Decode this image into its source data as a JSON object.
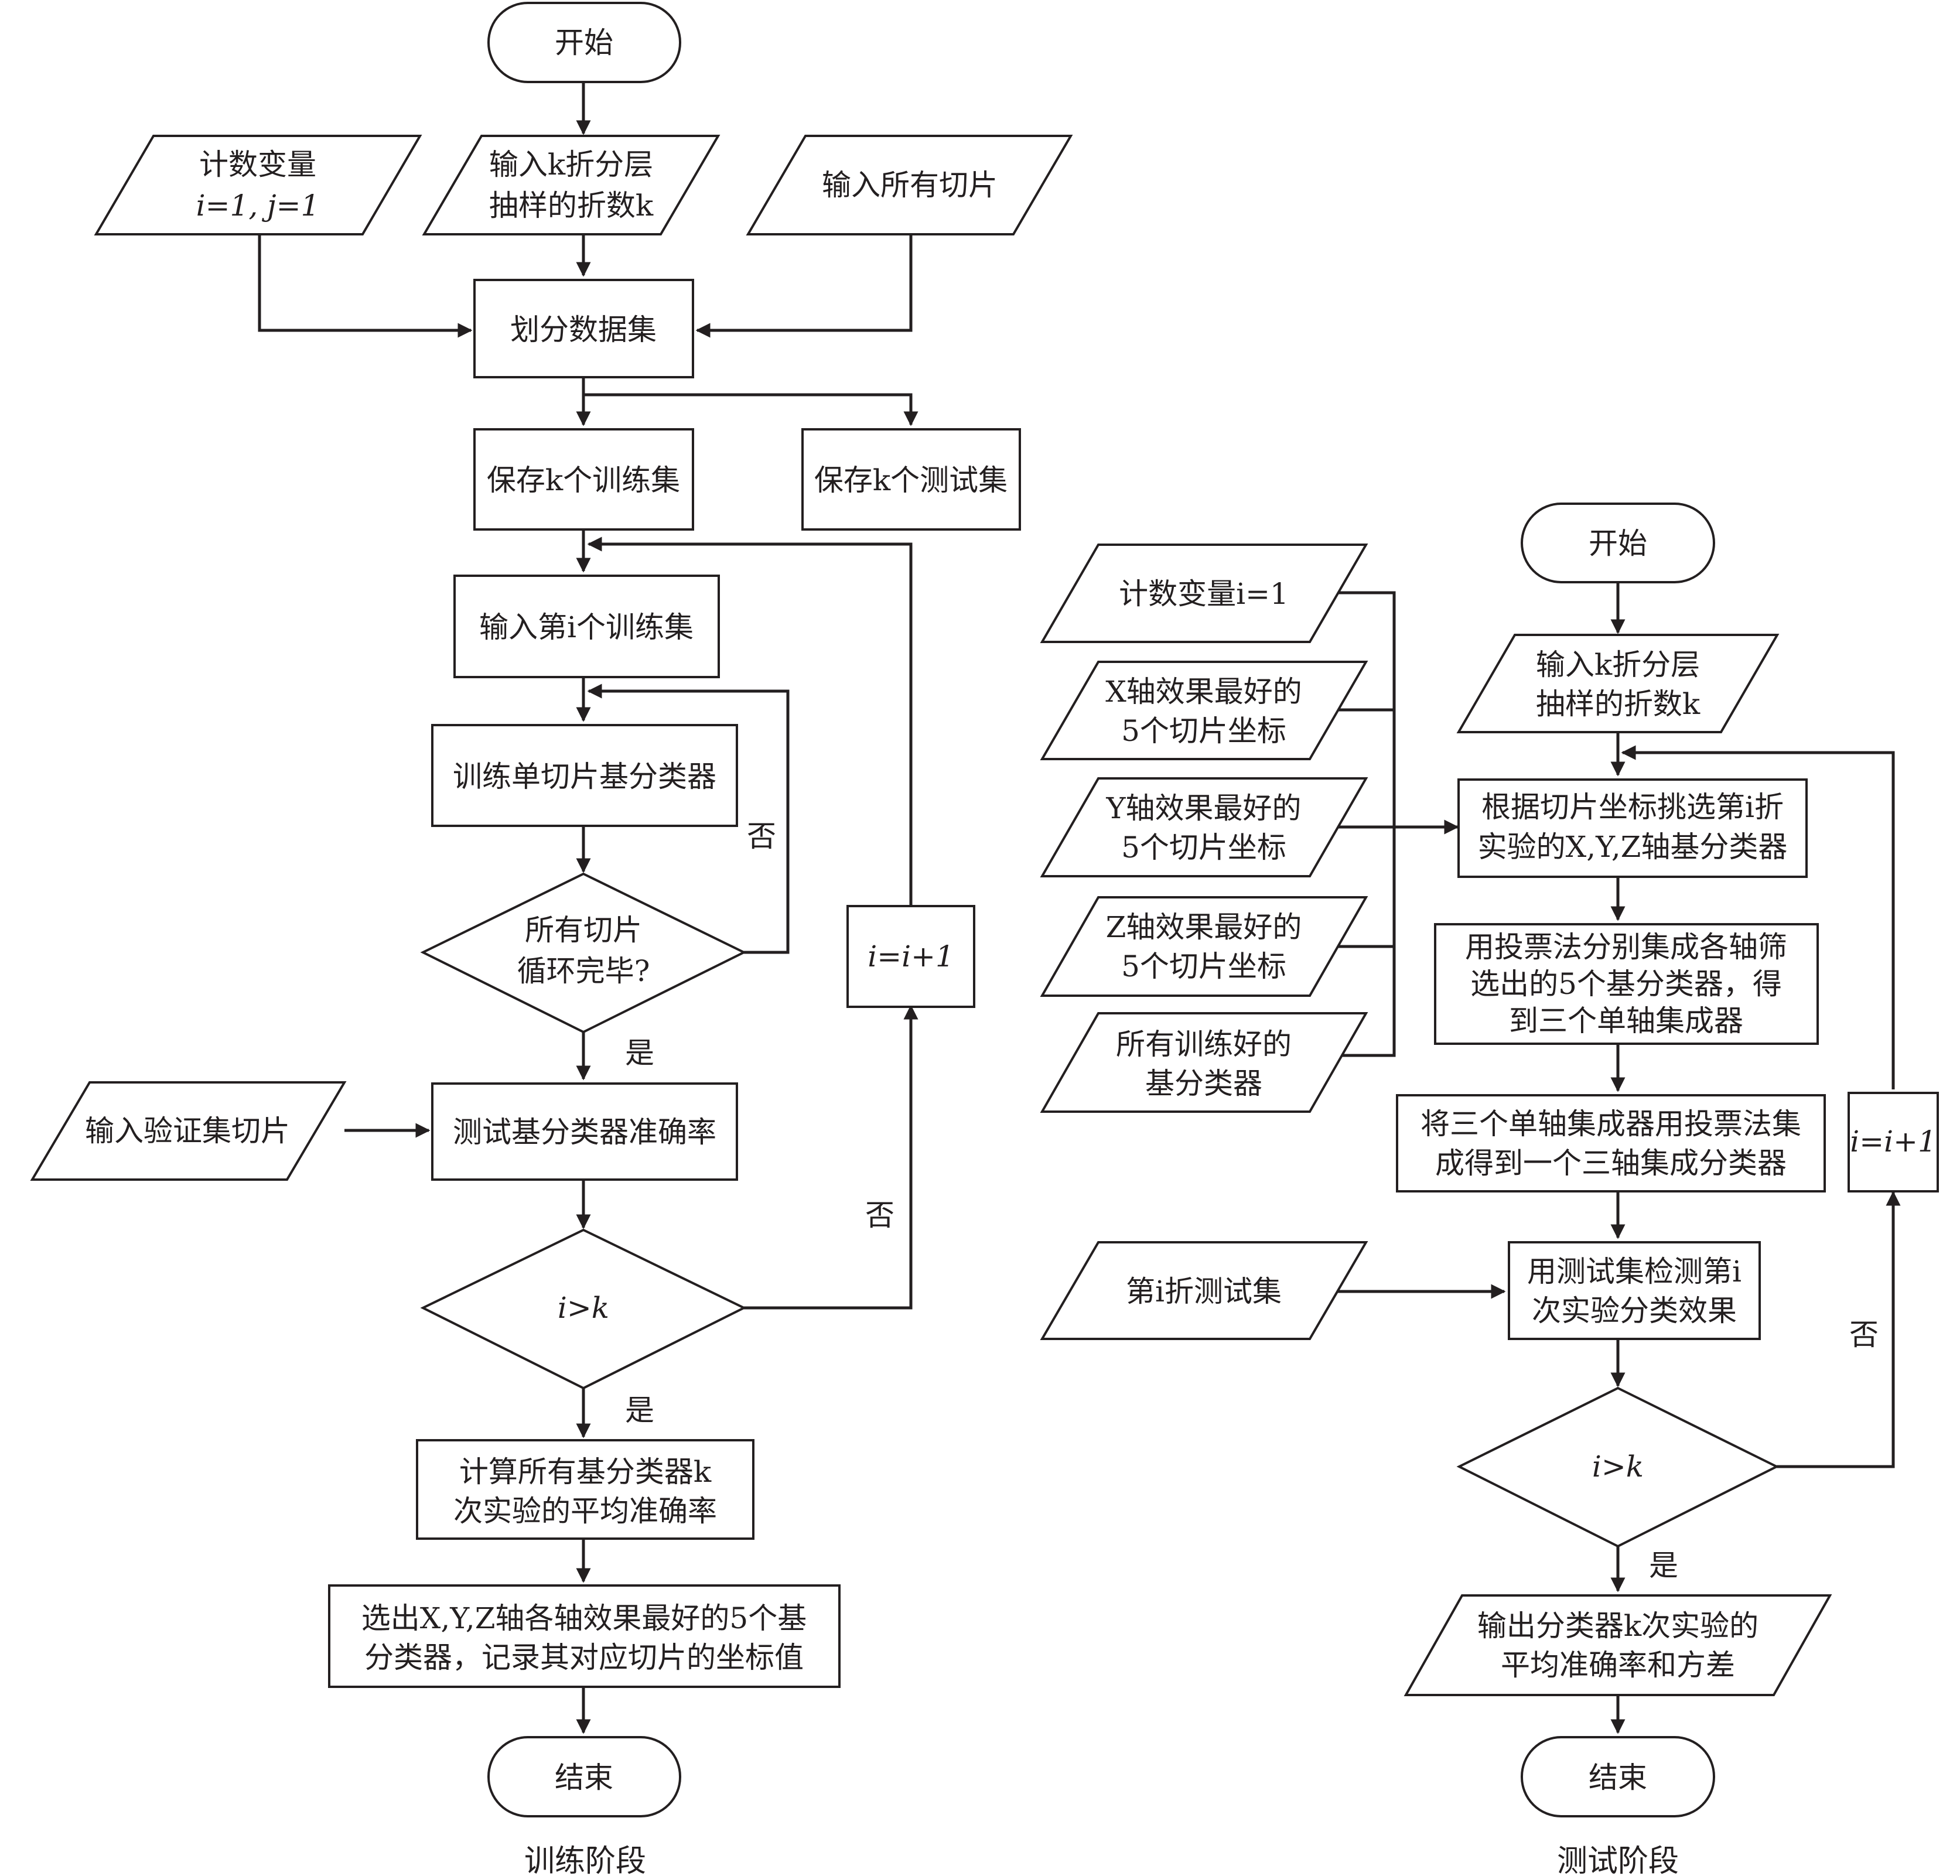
{
  "training": {
    "caption": "训练阶段",
    "start": "开始",
    "counter": [
      "计数变量",
      "i=1, j=1"
    ],
    "input_k": [
      "输入k折分层",
      "抽样的折数k"
    ],
    "input_slices": "输入所有切片",
    "split": "划分数据集",
    "save_train": "保存k个训练集",
    "save_test": "保存k个测试集",
    "input_train_i": "输入第i个训练集",
    "train_base": "训练单切片基分类器",
    "all_slices_done": [
      "所有切片",
      "循环完毕?"
    ],
    "input_val": "输入验证集切片",
    "test_acc": "测试基分类器准确率",
    "cond": "i>k",
    "incr": "i=i+1",
    "avg_acc": [
      "计算所有基分类器k",
      "次实验的平均准确率"
    ],
    "select_best": [
      "选出X,Y,Z轴各轴效果最好的5个基",
      "分类器，记录其对应切片的坐标值"
    ],
    "end": "结束",
    "yes1": "是",
    "no1": "否",
    "yes2": "是",
    "no2": "否"
  },
  "testing": {
    "caption": "测试阶段",
    "start": "开始",
    "counter": "计数变量i=1",
    "x_best": [
      "X轴效果最好的",
      "5个切片坐标"
    ],
    "y_best": [
      "Y轴效果最好的",
      "5个切片坐标"
    ],
    "z_best": [
      "Z轴效果最好的",
      "5个切片坐标"
    ],
    "all_trained": [
      "所有训练好的",
      "基分类器"
    ],
    "input_k": [
      "输入k折分层",
      "抽样的折数k"
    ],
    "pick": [
      "根据切片坐标挑选第i折",
      "实验的X,Y,Z轴基分类器"
    ],
    "vote_axis": [
      "用投票法分别集成各轴筛",
      "选出的5个基分类器，得",
      "到三个单轴集成器"
    ],
    "vote_three": [
      "将三个单轴集成器用投票法集",
      "成得到一个三轴集成分类器"
    ],
    "test_set_i": "第i折测试集",
    "detect": [
      "用测试集检测第i",
      "次实验分类效果"
    ],
    "cond": "i>k",
    "incr": "i=i+1",
    "output": [
      "输出分类器k次实验的",
      "平均准确率和方差"
    ],
    "end": "结束",
    "yes": "是",
    "no": "否"
  }
}
